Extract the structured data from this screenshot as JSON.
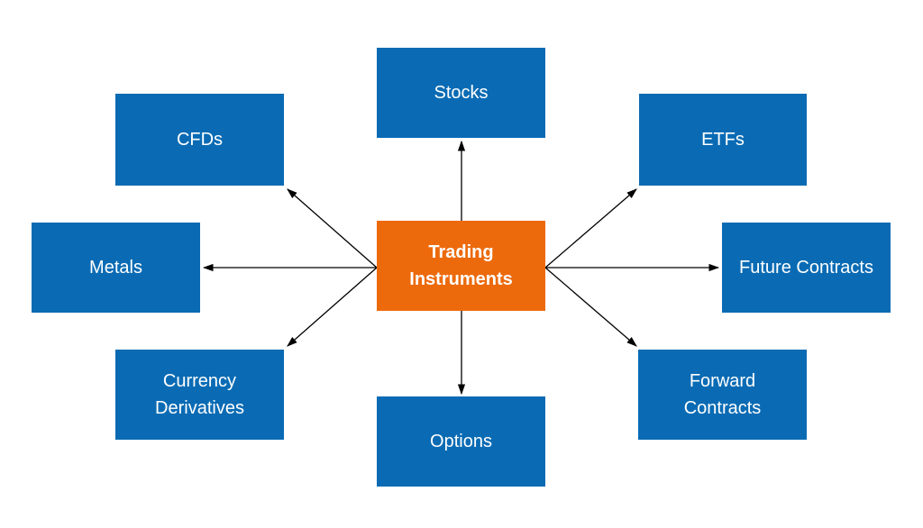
{
  "diagram": {
    "title": "Trading Instruments",
    "center": {
      "label": "Trading\nInstruments"
    },
    "nodes": {
      "stocks": {
        "label": "Stocks"
      },
      "cfds": {
        "label": "CFDs"
      },
      "etfs": {
        "label": "ETFs"
      },
      "metals": {
        "label": "Metals"
      },
      "future_contracts": {
        "label": "Future Contracts"
      },
      "currency_derivatives": {
        "label": "Currency\nDerivatives"
      },
      "forward_contracts": {
        "label": "Forward\nContracts"
      },
      "options": {
        "label": "Options"
      }
    },
    "colors": {
      "node_fill": "#0a6bb4",
      "center_fill": "#ec6a0c",
      "text": "#ffffff",
      "arrow": "#000000",
      "background": "#ffffff"
    }
  }
}
